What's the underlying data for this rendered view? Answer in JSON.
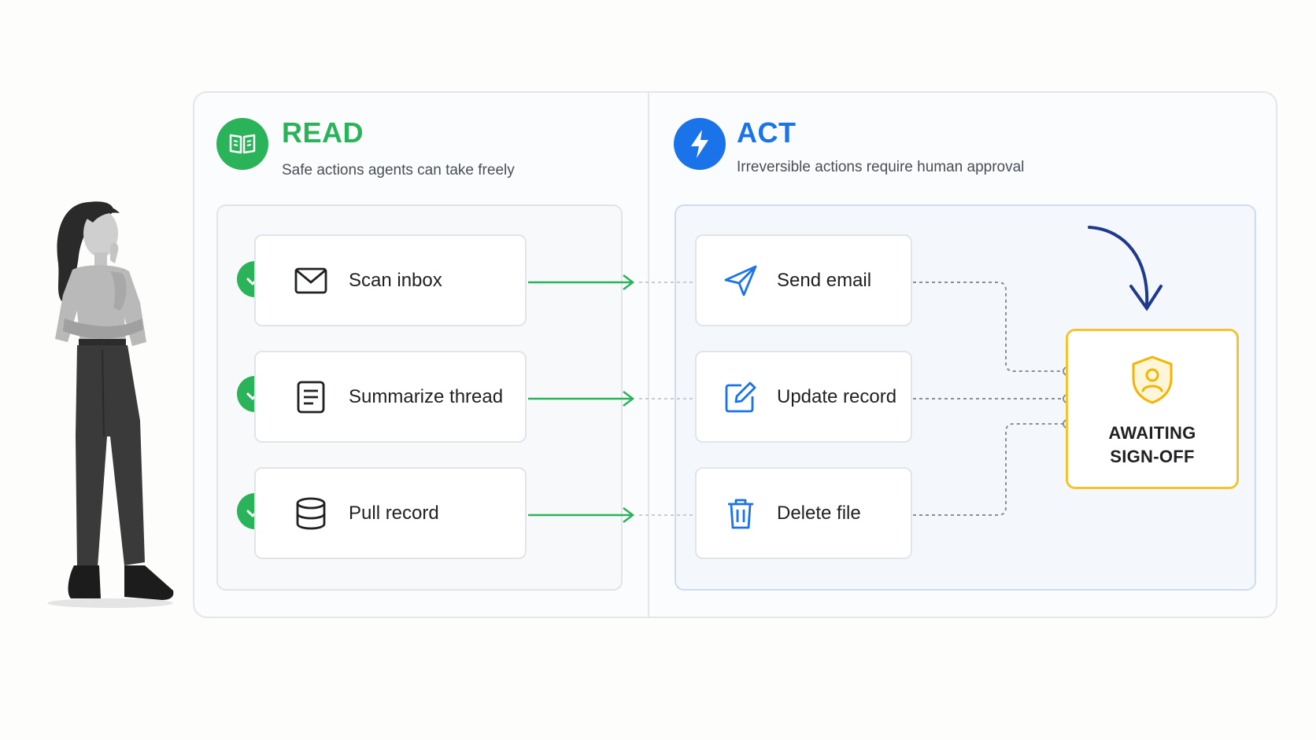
{
  "read": {
    "title": "READ",
    "subtitle": "Safe actions agents can take freely",
    "icon": "open-book-icon",
    "color": "#2bb35a",
    "items": [
      {
        "label": "Scan inbox",
        "icon": "mail-icon"
      },
      {
        "label": "Summarize thread",
        "icon": "document-icon"
      },
      {
        "label": "Pull record",
        "icon": "database-icon"
      }
    ]
  },
  "act": {
    "title": "ACT",
    "subtitle": "Irreversible actions require human approval",
    "icon": "lightning-icon",
    "color": "#1a73e8",
    "items": [
      {
        "label": "Send email",
        "icon": "send-icon"
      },
      {
        "label": "Update record",
        "icon": "edit-icon"
      },
      {
        "label": "Delete file",
        "icon": "trash-icon"
      }
    ]
  },
  "approval": {
    "line1": "AWAITING",
    "line2": "SIGN-OFF",
    "icon": "shield-user-icon",
    "color": "#f4c430"
  },
  "person": {
    "icon": "person-illustration"
  }
}
